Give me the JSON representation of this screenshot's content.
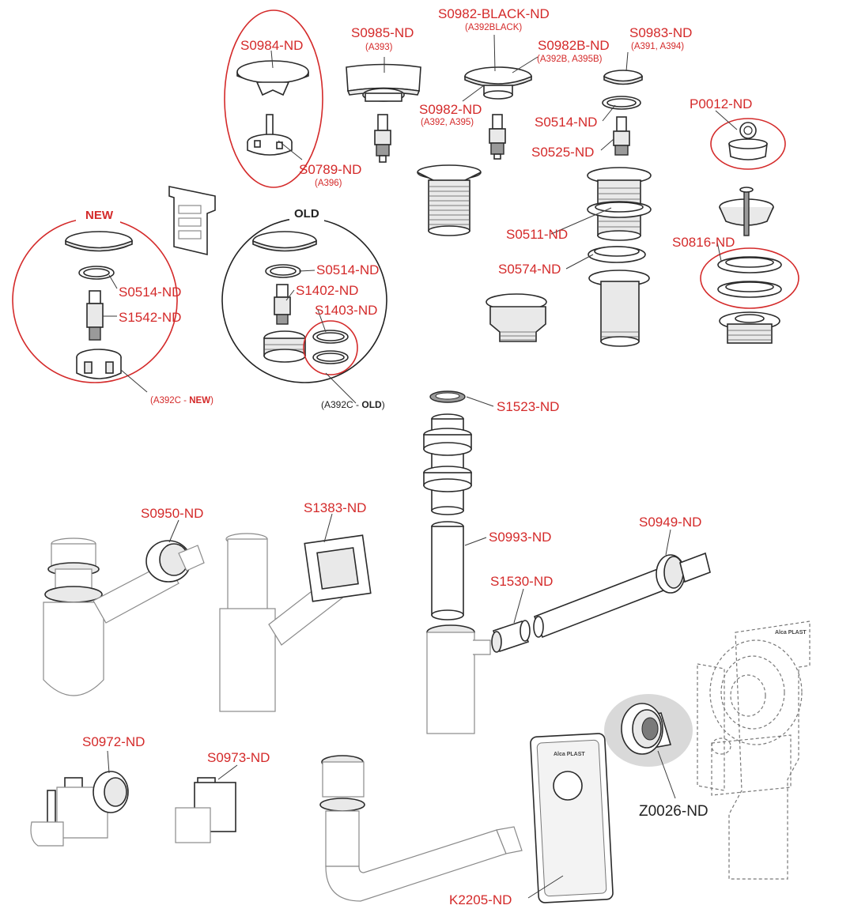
{
  "labels": {
    "s0984": "S0984-ND",
    "s0985": "S0985-ND",
    "s0985_sub": "(A393)",
    "s0982_black": "S0982-BLACK-ND",
    "s0982_black_sub": "(A392BLACK)",
    "s0982b": "S0982B-ND",
    "s0982b_sub": "(A392B, A395B)",
    "s0983": "S0983-ND",
    "s0983_sub": "(A391, A394)",
    "s0982": "S0982-ND",
    "s0982_sub": "(A392, A395)",
    "s0514_top": "S0514-ND",
    "p0012": "P0012-ND",
    "s0525": "S0525-ND",
    "s0789": "S0789-ND",
    "s0789_sub": "(A396)",
    "new_tag": "NEW",
    "old_tag": "OLD",
    "s0514_new": "S0514-ND",
    "s1542": "S1542-ND",
    "a392c_new_prefix": "(A392C - ",
    "a392c_new_bold": "NEW",
    "a392c_new_suffix": ")",
    "s0514_old": "S0514-ND",
    "s1402": "S1402-ND",
    "s1403": "S1403-ND",
    "a392c_old_prefix": "(A392C - ",
    "a392c_old_bold": "OLD",
    "a392c_old_suffix": ")",
    "s0511": "S0511-ND",
    "s0816": "S0816-ND",
    "s0574": "S0574-ND",
    "s1523": "S1523-ND",
    "s0950": "S0950-ND",
    "s1383": "S1383-ND",
    "s0993": "S0993-ND",
    "s0949": "S0949-ND",
    "s1530": "S1530-ND",
    "s0972": "S0972-ND",
    "s0973": "S0973-ND",
    "z0026": "Z0026-ND",
    "k2205": "K2205-ND",
    "brand_plate": "Alca PLAST",
    "brand_box": "Alca PLAST"
  },
  "colors": {
    "label_red": "#d42a2a",
    "outline": "#2a2a2a",
    "halo_gray": "#d9d9d9"
  }
}
